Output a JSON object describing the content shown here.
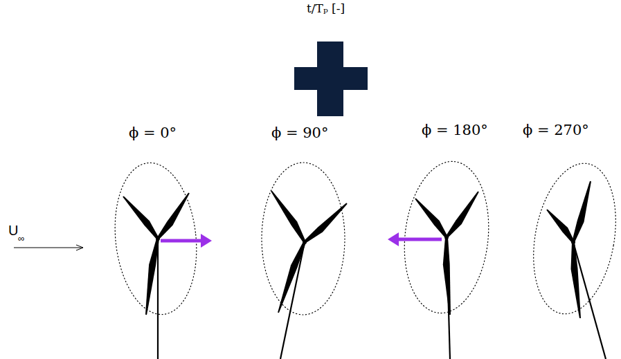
{
  "diagram": {
    "labels": [
      "t/Tₚ [-]",
      "ϕ = 0°",
      "ϕ = 90°",
      "ϕ = 180°",
      "ϕ = 270°",
      "U",
      "∞"
    ]
  }
}
